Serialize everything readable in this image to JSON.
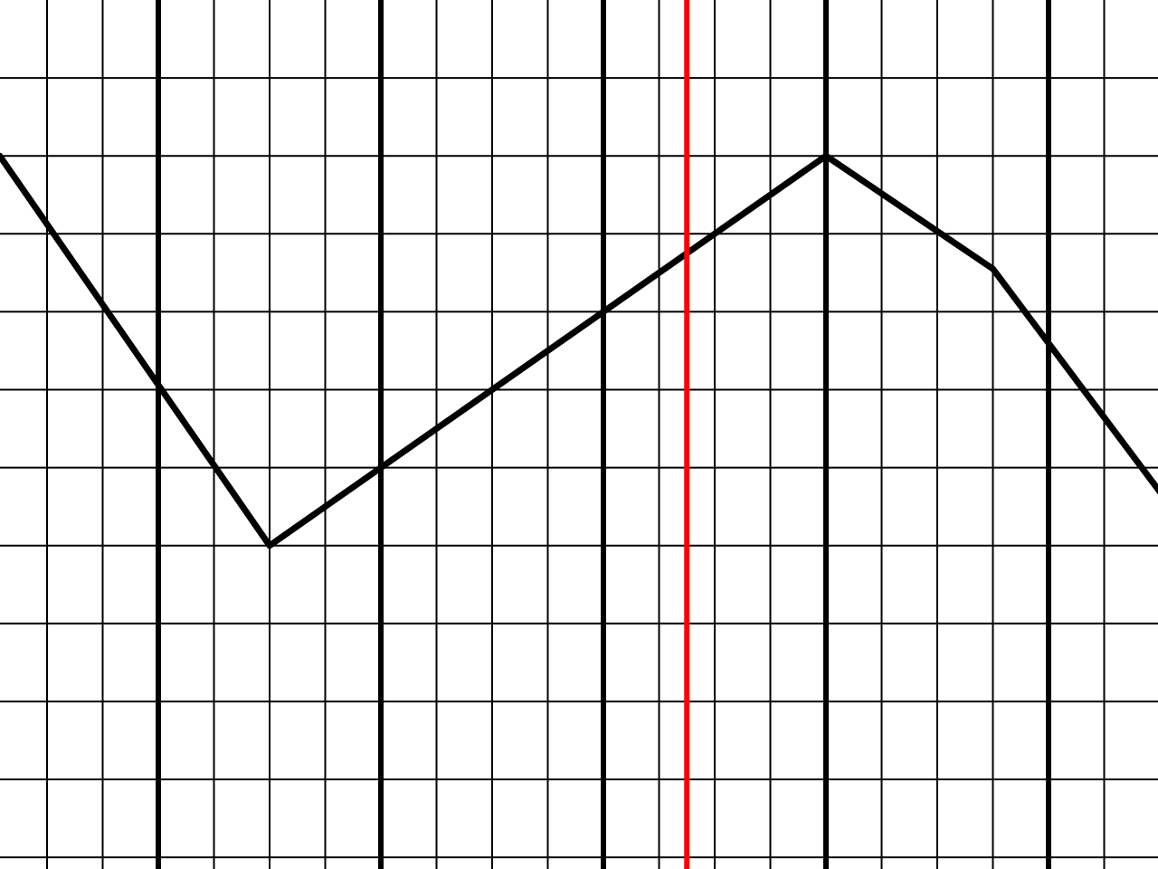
{
  "chart_data": {
    "type": "line",
    "title": "",
    "xlabel": "",
    "ylabel": "",
    "grid": true,
    "xlim": [
      -0.85,
      20
    ],
    "ylim": [
      -0.1,
      -11.1
    ],
    "minor_x_step": 1,
    "minor_y_step": 1,
    "major_x": [
      2,
      6,
      10,
      14,
      18
    ],
    "cursor_x": 11.5,
    "series": [
      {
        "x": [
          -0.85,
          4,
          14,
          17,
          20.2
        ],
        "y": [
          2,
          7,
          2,
          3.45,
          6.5
        ]
      }
    ],
    "colors": {
      "background": "#ffffff",
      "grid": "#000000",
      "series": "#000000",
      "cursor": "#ff0000"
    }
  }
}
